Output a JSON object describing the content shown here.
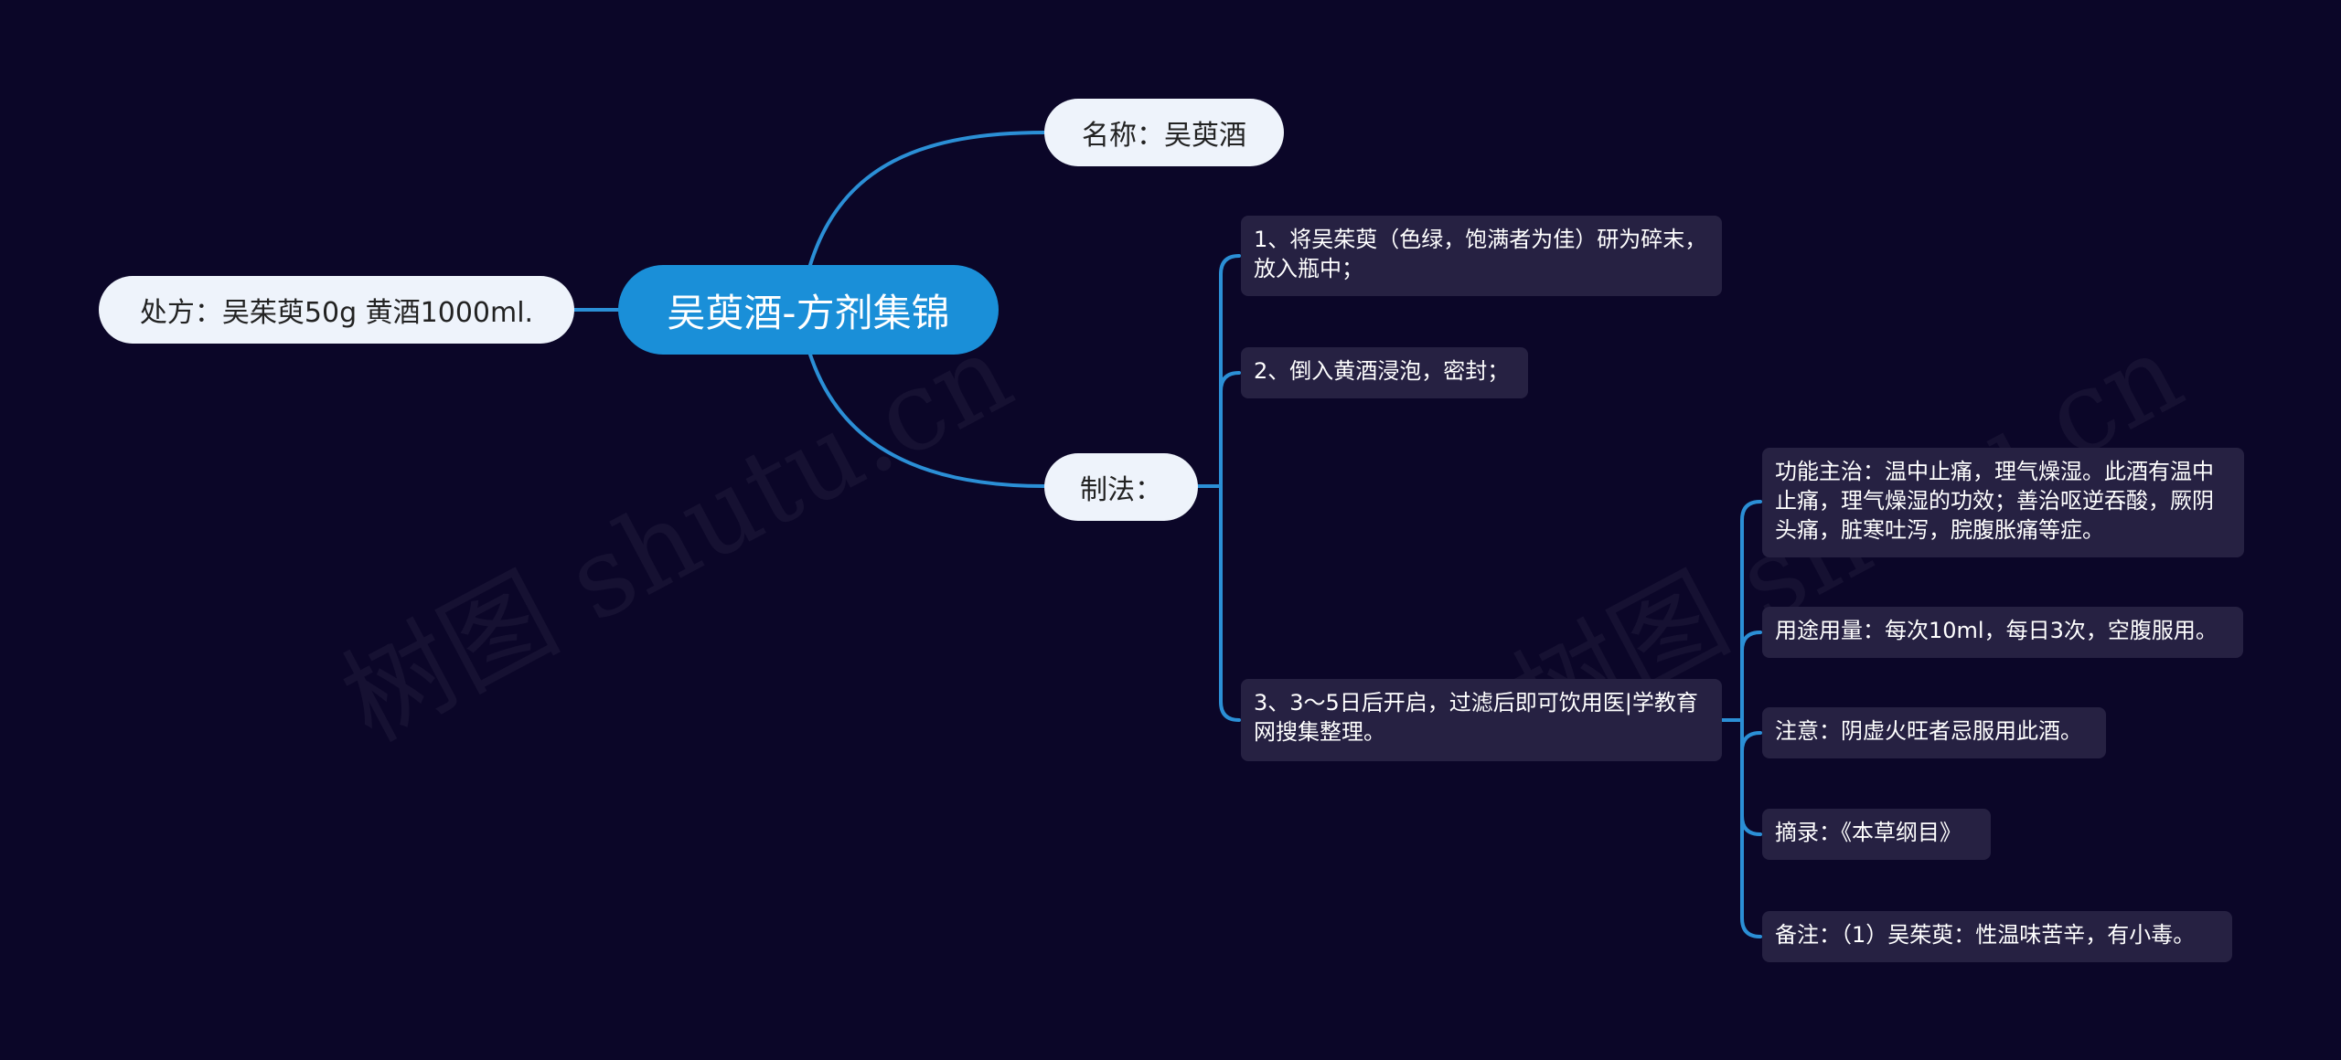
{
  "watermark": "树图 shutu.cn",
  "root": {
    "label": "吴萸酒-方剂集锦"
  },
  "left": {
    "label": "处方：吴茱萸50g 黄酒1000ml."
  },
  "right_top": {
    "label": "名称：吴萸酒"
  },
  "right_method": {
    "label": "制法："
  },
  "steps": [
    "1、将吴茱萸（色绿，饱满者为佳）研为碎末，放入瓶中；",
    "2、倒入黄酒浸泡，密封；",
    "3、3～5日后开启，过滤后即可饮用医|学教育网搜集整理。"
  ],
  "details": [
    "功能主治：温中止痛，理气燥湿。此酒有温中止痛，理气燥湿的功效；善治呕逆吞酸，厥阴头痛，脏寒吐泻，脘腹胀痛等症。",
    "用途用量：每次10ml，每日3次，空腹服用。",
    "注意：阴虚火旺者忌服用此酒。",
    "摘录：《本草纲目》",
    "备注：（1）吴茱萸：性温味苦辛，有小毒。"
  ],
  "colors": {
    "background": "#0b0628",
    "link": "#2b8fd6",
    "root_fill": "#1a8fd8",
    "pill_fill": "#eef3fb",
    "box_fill": "#262142"
  }
}
